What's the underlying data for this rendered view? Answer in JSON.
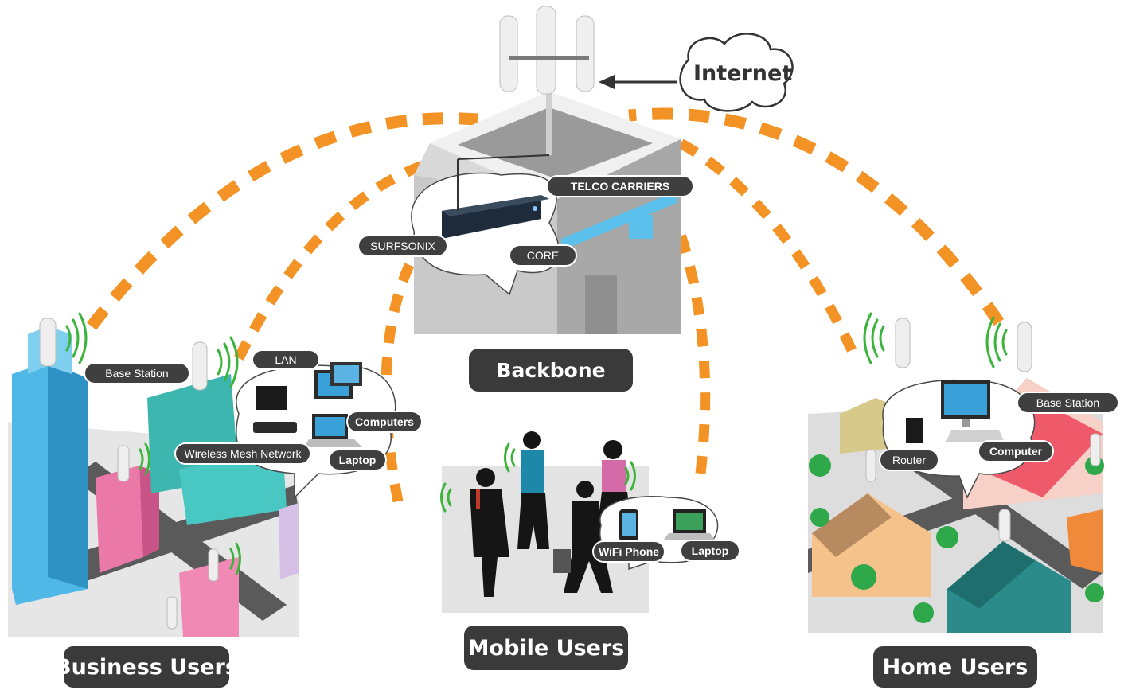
{
  "internet": {
    "label": "Internet"
  },
  "backbone": {
    "telco_label": "TELCO CARRIERS",
    "surfsonix_label": "SURFSONIX",
    "core_label": "CORE",
    "title": "Backbone"
  },
  "business": {
    "base_station_label": "Base Station",
    "lan_label": "LAN",
    "computers_label": "Computers",
    "mesh_label": "Wireless Mesh Network",
    "laptop_label": "Laptop",
    "title": "Business Users"
  },
  "mobile": {
    "phone_label": "WiFi Phone",
    "laptop_label": "Laptop",
    "title": "Mobile Users"
  },
  "home": {
    "base_station_label": "Base Station",
    "router_label": "Router",
    "computer_label": "Computer",
    "title": "Home Users"
  },
  "colors": {
    "link": "#f39325",
    "wave": "#3cb43c",
    "label_bg": "#3f3f3f"
  }
}
